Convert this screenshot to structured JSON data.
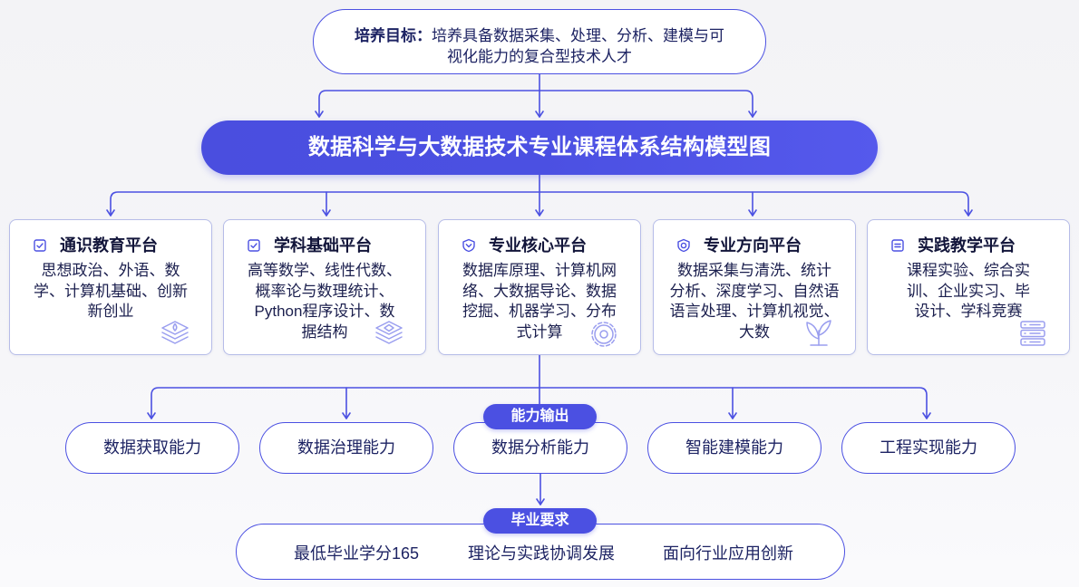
{
  "colors": {
    "primary": "#4b50e2",
    "primary_light": "#9a9eef",
    "text": "#1d2363",
    "card_border": "#b6bce8",
    "background": "#f5f5f8"
  },
  "goal": {
    "label": "培养目标：",
    "lines": [
      "培养具备数据采集、处理、分析、建模与可",
      "视化能力的复合型技术人才"
    ]
  },
  "title": "数据科学与大数据技术专业课程体系结构模型图",
  "platforms": [
    {
      "title": "通识教育平台",
      "icon": "checkbox-icon",
      "decor_icon": "layers-icon",
      "lines": [
        "思想政治、外语、数",
        "学、计算机基础、创新",
        "新创业"
      ]
    },
    {
      "title": "学科基础平台",
      "icon": "checkbox-icon",
      "decor_icon": "layers-icon",
      "lines": [
        "高等数学、线性代数、",
        "概率论与数理统计、",
        "Python程序设计、数",
        "据结构"
      ]
    },
    {
      "title": "专业核心平台",
      "icon": "shield-icon",
      "decor_icon": "gear-icon",
      "lines": [
        "数据库原理、计算机网",
        "络、大数据导论、数据",
        "挖掘、机器学习、分布",
        "式计算"
      ]
    },
    {
      "title": "专业方向平台",
      "icon": "badge-icon",
      "decor_icon": "plant-icon",
      "lines": [
        "数据采集与清洗、统计",
        "分析、深度学习、自然语",
        "语言处理、计算机视觉、",
        "大数"
      ]
    },
    {
      "title": "实践教学平台",
      "icon": "list-icon",
      "decor_icon": "server-icon",
      "lines": [
        "课程实验、综合实",
        "训、企业实习、毕",
        "设计、学科竞赛"
      ]
    }
  ],
  "abilities": {
    "badge": "能力输出",
    "items": [
      "数据获取能力",
      "数据治理能力",
      "数据分析能力",
      "智能建模能力",
      "工程实现能力"
    ]
  },
  "graduation": {
    "badge": "毕业要求",
    "items": [
      "最低毕业学分165",
      "理论与实践协调发展",
      "面向行业应用创新"
    ]
  }
}
